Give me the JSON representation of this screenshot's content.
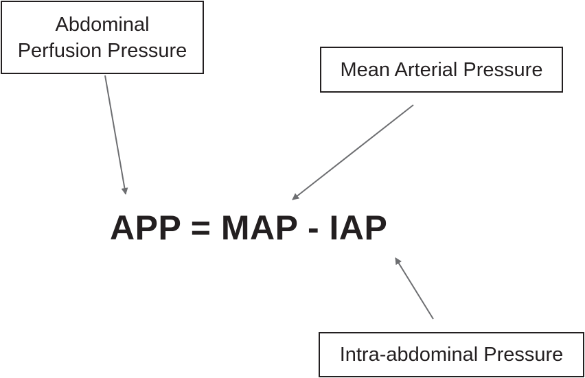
{
  "labels": {
    "app": [
      "Abdominal",
      "Perfusion Pressure"
    ],
    "map": "Mean Arterial Pressure",
    "iap": "Intra-abdominal Pressure"
  },
  "equation": "APP = MAP - IAP",
  "colors": {
    "text": "#231f20",
    "arrow": "#6d6e71"
  }
}
